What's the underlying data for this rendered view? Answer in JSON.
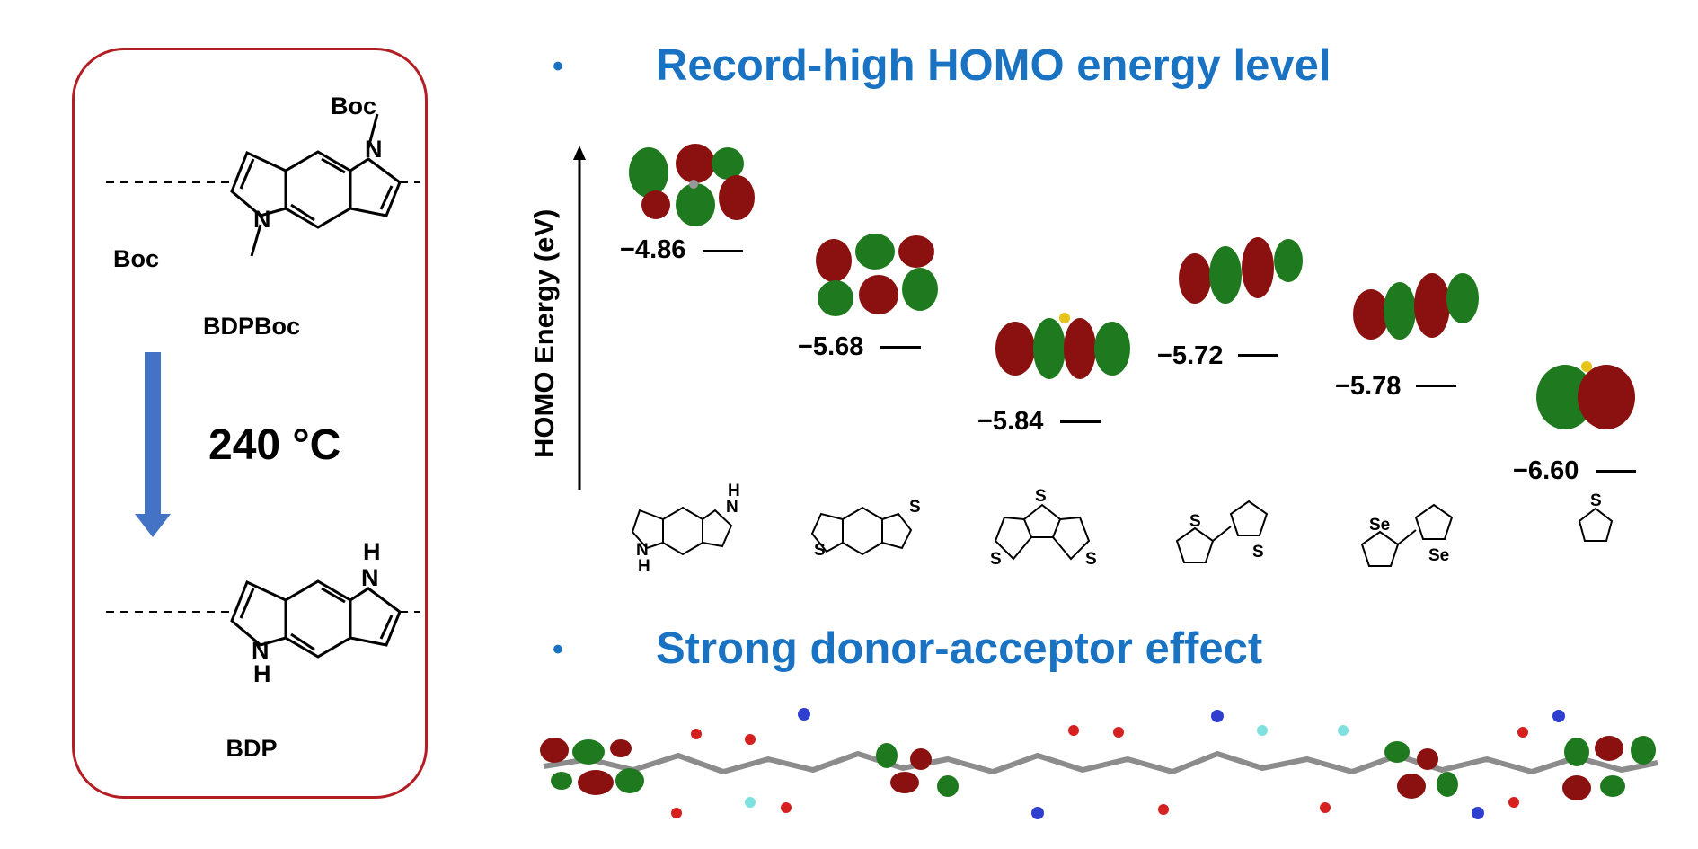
{
  "reaction_panel": {
    "top_label": "BDPBoc",
    "bottom_label": "BDP",
    "condition": "240 °C",
    "top_structure_atoms": [
      "N",
      "N",
      "Boc",
      "Boc"
    ],
    "bottom_structure_atoms": [
      "N",
      "H",
      "N",
      "H"
    ]
  },
  "section1": {
    "bullet": "•",
    "title": "Record-high HOMO energy level"
  },
  "section2": {
    "bullet": "•",
    "title": "Strong donor-acceptor effect"
  },
  "energy_diagram": {
    "axis_label": "HOMO Energy (eV)",
    "colors": {
      "orbital_positive": "#1f7a1f",
      "orbital_negative": "#8b1010",
      "heading": "#1a73c2"
    },
    "levels": [
      {
        "value": "−4.86",
        "structure_atoms": [
          "H",
          "N",
          "N",
          "H"
        ]
      },
      {
        "value": "−5.68",
        "structure_atoms": [
          "S",
          "S"
        ]
      },
      {
        "value": "−5.84",
        "structure_atoms": [
          "S",
          "S",
          "S"
        ]
      },
      {
        "value": "−5.72",
        "structure_atoms": [
          "S",
          "S"
        ]
      },
      {
        "value": "−5.78",
        "structure_atoms": [
          "Se",
          "Se"
        ]
      },
      {
        "value": "−6.60",
        "structure_atoms": [
          "S"
        ]
      }
    ]
  }
}
